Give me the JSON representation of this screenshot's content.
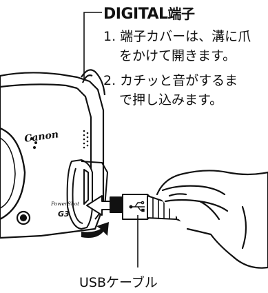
{
  "port": {
    "name_latin": "DIGITAL",
    "name_jp": "端子"
  },
  "steps": [
    {
      "line1": "1. 端子カバーは、溝に爪",
      "line2": "をかけて開きます。"
    },
    {
      "line1": "2. カチッと音がするま",
      "line2": "で押し込みます。"
    }
  ],
  "camera": {
    "brand_logo": "Canon",
    "model_logo": "PowerShot G3"
  },
  "cable": {
    "label": "USBケーブル"
  },
  "icons": {
    "usb": "usb-trident-icon",
    "insert_arrow": "insert-arrow-icon",
    "open_arrow": "curved-arrow-icon"
  }
}
